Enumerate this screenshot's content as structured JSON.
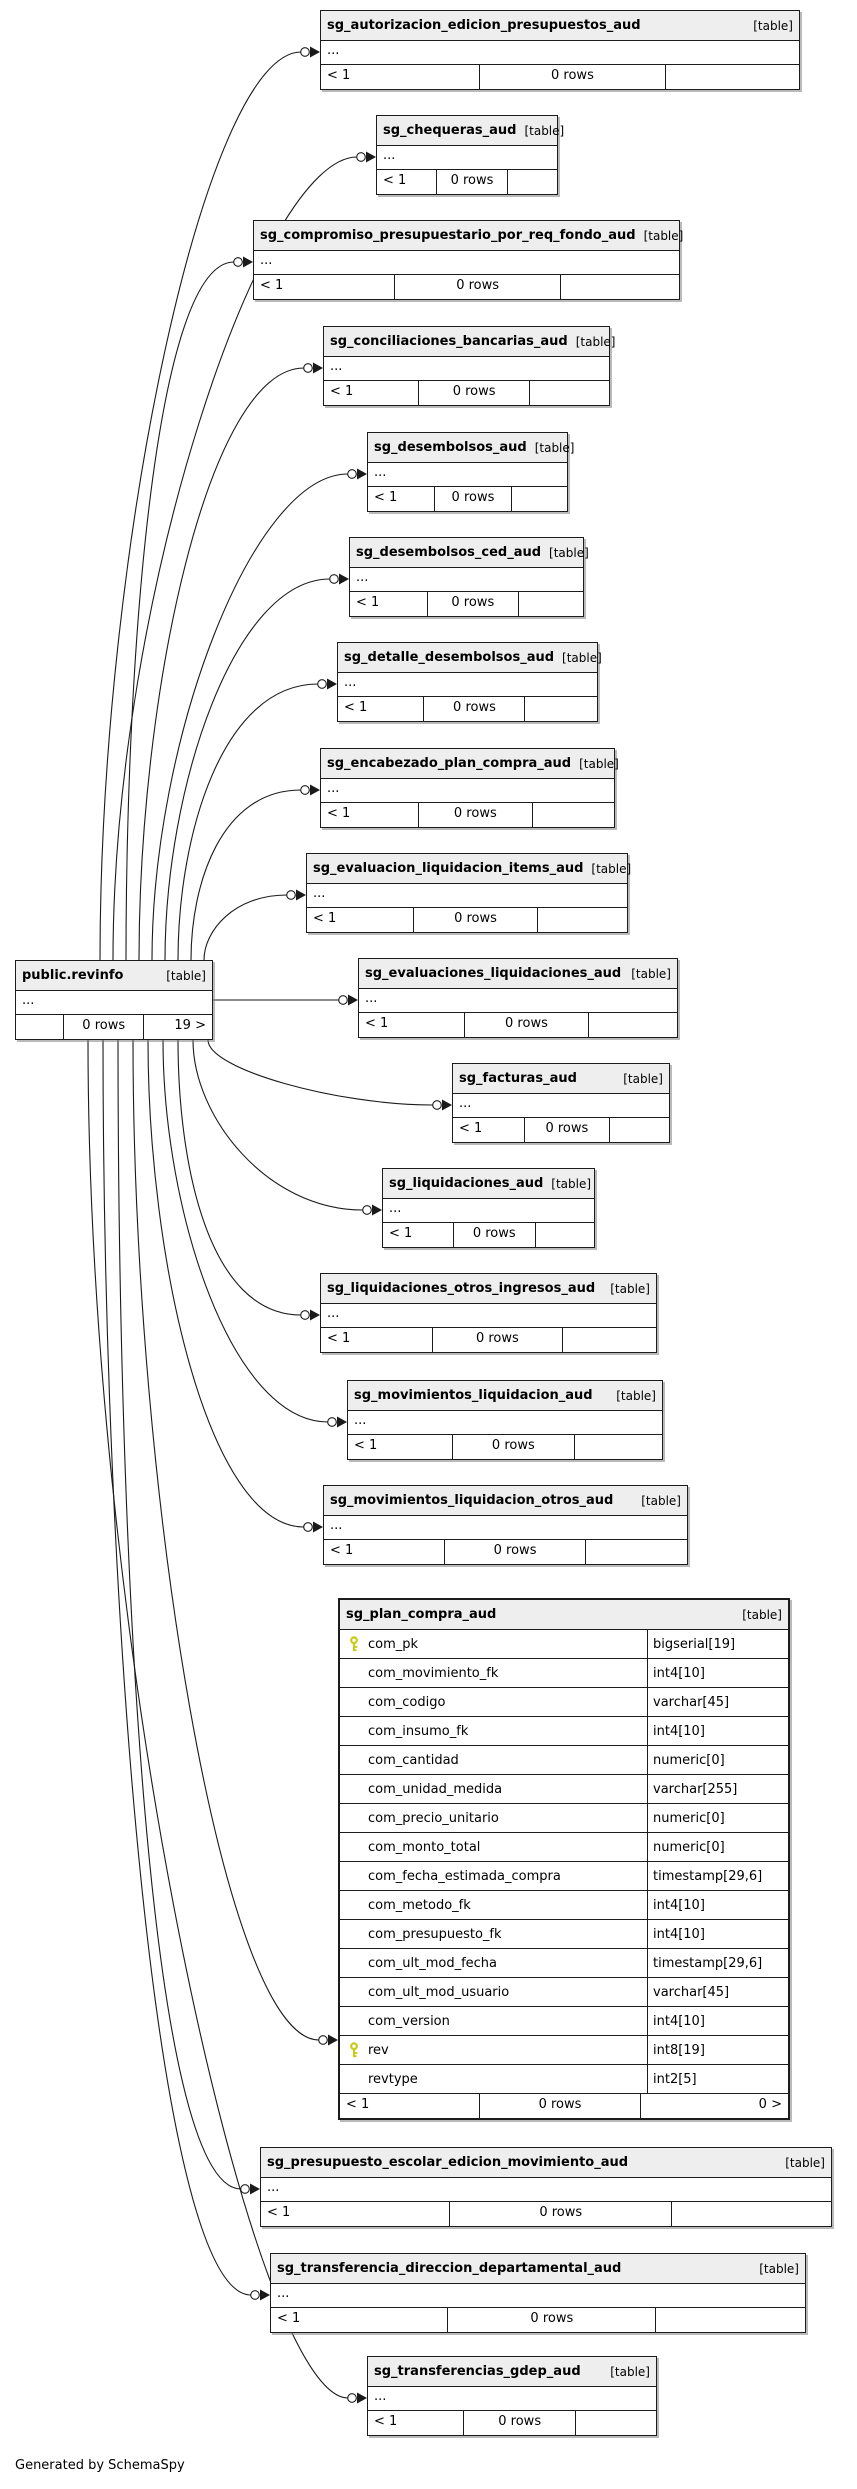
{
  "diagram": {
    "credit": "Generated by SchemaSpy",
    "header_fill": "#eeeeee",
    "border_color": "#1c1c1c",
    "edge_color": "#1a1a1a",
    "key_icon_color": "#c9c91a"
  },
  "hub": {
    "name": "public.revinfo",
    "tag": "[table]",
    "body": "...",
    "footer": [
      "",
      "0 rows",
      "19 >"
    ]
  },
  "tables": [
    {
      "name": "sg_autorizacion_edicion_presupuestos_aud",
      "tag": "[table]",
      "body": "...",
      "footer": [
        "< 1",
        "0 rows",
        ""
      ]
    },
    {
      "name": "sg_chequeras_aud",
      "tag": "[table]",
      "body": "...",
      "footer": [
        "< 1",
        "0 rows",
        ""
      ]
    },
    {
      "name": "sg_compromiso_presupuestario_por_req_fondo_aud",
      "tag": "[table]",
      "body": "...",
      "footer": [
        "< 1",
        "0 rows",
        ""
      ]
    },
    {
      "name": "sg_conciliaciones_bancarias_aud",
      "tag": "[table]",
      "body": "...",
      "footer": [
        "< 1",
        "0 rows",
        ""
      ]
    },
    {
      "name": "sg_desembolsos_aud",
      "tag": "[table]",
      "body": "...",
      "footer": [
        "< 1",
        "0 rows",
        ""
      ]
    },
    {
      "name": "sg_desembolsos_ced_aud",
      "tag": "[table]",
      "body": "...",
      "footer": [
        "< 1",
        "0 rows",
        ""
      ]
    },
    {
      "name": "sg_detalle_desembolsos_aud",
      "tag": "[table]",
      "body": "...",
      "footer": [
        "< 1",
        "0 rows",
        ""
      ]
    },
    {
      "name": "sg_encabezado_plan_compra_aud",
      "tag": "[table]",
      "body": "...",
      "footer": [
        "< 1",
        "0 rows",
        ""
      ]
    },
    {
      "name": "sg_evaluacion_liquidacion_items_aud",
      "tag": "[table]",
      "body": "...",
      "footer": [
        "< 1",
        "0 rows",
        ""
      ]
    },
    {
      "name": "sg_evaluaciones_liquidaciones_aud",
      "tag": "[table]",
      "body": "...",
      "footer": [
        "< 1",
        "0 rows",
        ""
      ]
    },
    {
      "name": "sg_facturas_aud",
      "tag": "[table]",
      "body": "...",
      "footer": [
        "< 1",
        "0 rows",
        ""
      ]
    },
    {
      "name": "sg_liquidaciones_aud",
      "tag": "[table]",
      "body": "...",
      "footer": [
        "< 1",
        "0 rows",
        ""
      ]
    },
    {
      "name": "sg_liquidaciones_otros_ingresos_aud",
      "tag": "[table]",
      "body": "...",
      "footer": [
        "< 1",
        "0 rows",
        ""
      ]
    },
    {
      "name": "sg_movimientos_liquidacion_aud",
      "tag": "[table]",
      "body": "...",
      "footer": [
        "< 1",
        "0 rows",
        ""
      ]
    },
    {
      "name": "sg_movimientos_liquidacion_otros_aud",
      "tag": "[table]",
      "body": "...",
      "footer": [
        "< 1",
        "0 rows",
        ""
      ]
    },
    {
      "name": "sg_presupuesto_escolar_edicion_movimiento_aud",
      "tag": "[table]",
      "body": "...",
      "footer": [
        "< 1",
        "0 rows",
        ""
      ]
    },
    {
      "name": "sg_transferencia_direccion_departamental_aud",
      "tag": "[table]",
      "body": "...",
      "footer": [
        "< 1",
        "0 rows",
        ""
      ]
    },
    {
      "name": "sg_transferencias_gdep_aud",
      "tag": "[table]",
      "body": "...",
      "footer": [
        "< 1",
        "0 rows",
        ""
      ]
    }
  ],
  "detail_table": {
    "name": "sg_plan_compra_aud",
    "tag": "[table]",
    "columns": [
      {
        "name": "com_pk",
        "type": "bigserial[19]",
        "key": true
      },
      {
        "name": "com_movimiento_fk",
        "type": "int4[10]",
        "key": false
      },
      {
        "name": "com_codigo",
        "type": "varchar[45]",
        "key": false
      },
      {
        "name": "com_insumo_fk",
        "type": "int4[10]",
        "key": false
      },
      {
        "name": "com_cantidad",
        "type": "numeric[0]",
        "key": false
      },
      {
        "name": "com_unidad_medida",
        "type": "varchar[255]",
        "key": false
      },
      {
        "name": "com_precio_unitario",
        "type": "numeric[0]",
        "key": false
      },
      {
        "name": "com_monto_total",
        "type": "numeric[0]",
        "key": false
      },
      {
        "name": "com_fecha_estimada_compra",
        "type": "timestamp[29,6]",
        "key": false
      },
      {
        "name": "com_metodo_fk",
        "type": "int4[10]",
        "key": false
      },
      {
        "name": "com_presupuesto_fk",
        "type": "int4[10]",
        "key": false
      },
      {
        "name": "com_ult_mod_fecha",
        "type": "timestamp[29,6]",
        "key": false
      },
      {
        "name": "com_ult_mod_usuario",
        "type": "varchar[45]",
        "key": false
      },
      {
        "name": "com_version",
        "type": "int4[10]",
        "key": false
      },
      {
        "name": "rev",
        "type": "int8[19]",
        "key": true
      },
      {
        "name": "revtype",
        "type": "int2[5]",
        "key": false
      }
    ],
    "footer": [
      "< 1",
      "0 rows",
      "0 >"
    ]
  }
}
